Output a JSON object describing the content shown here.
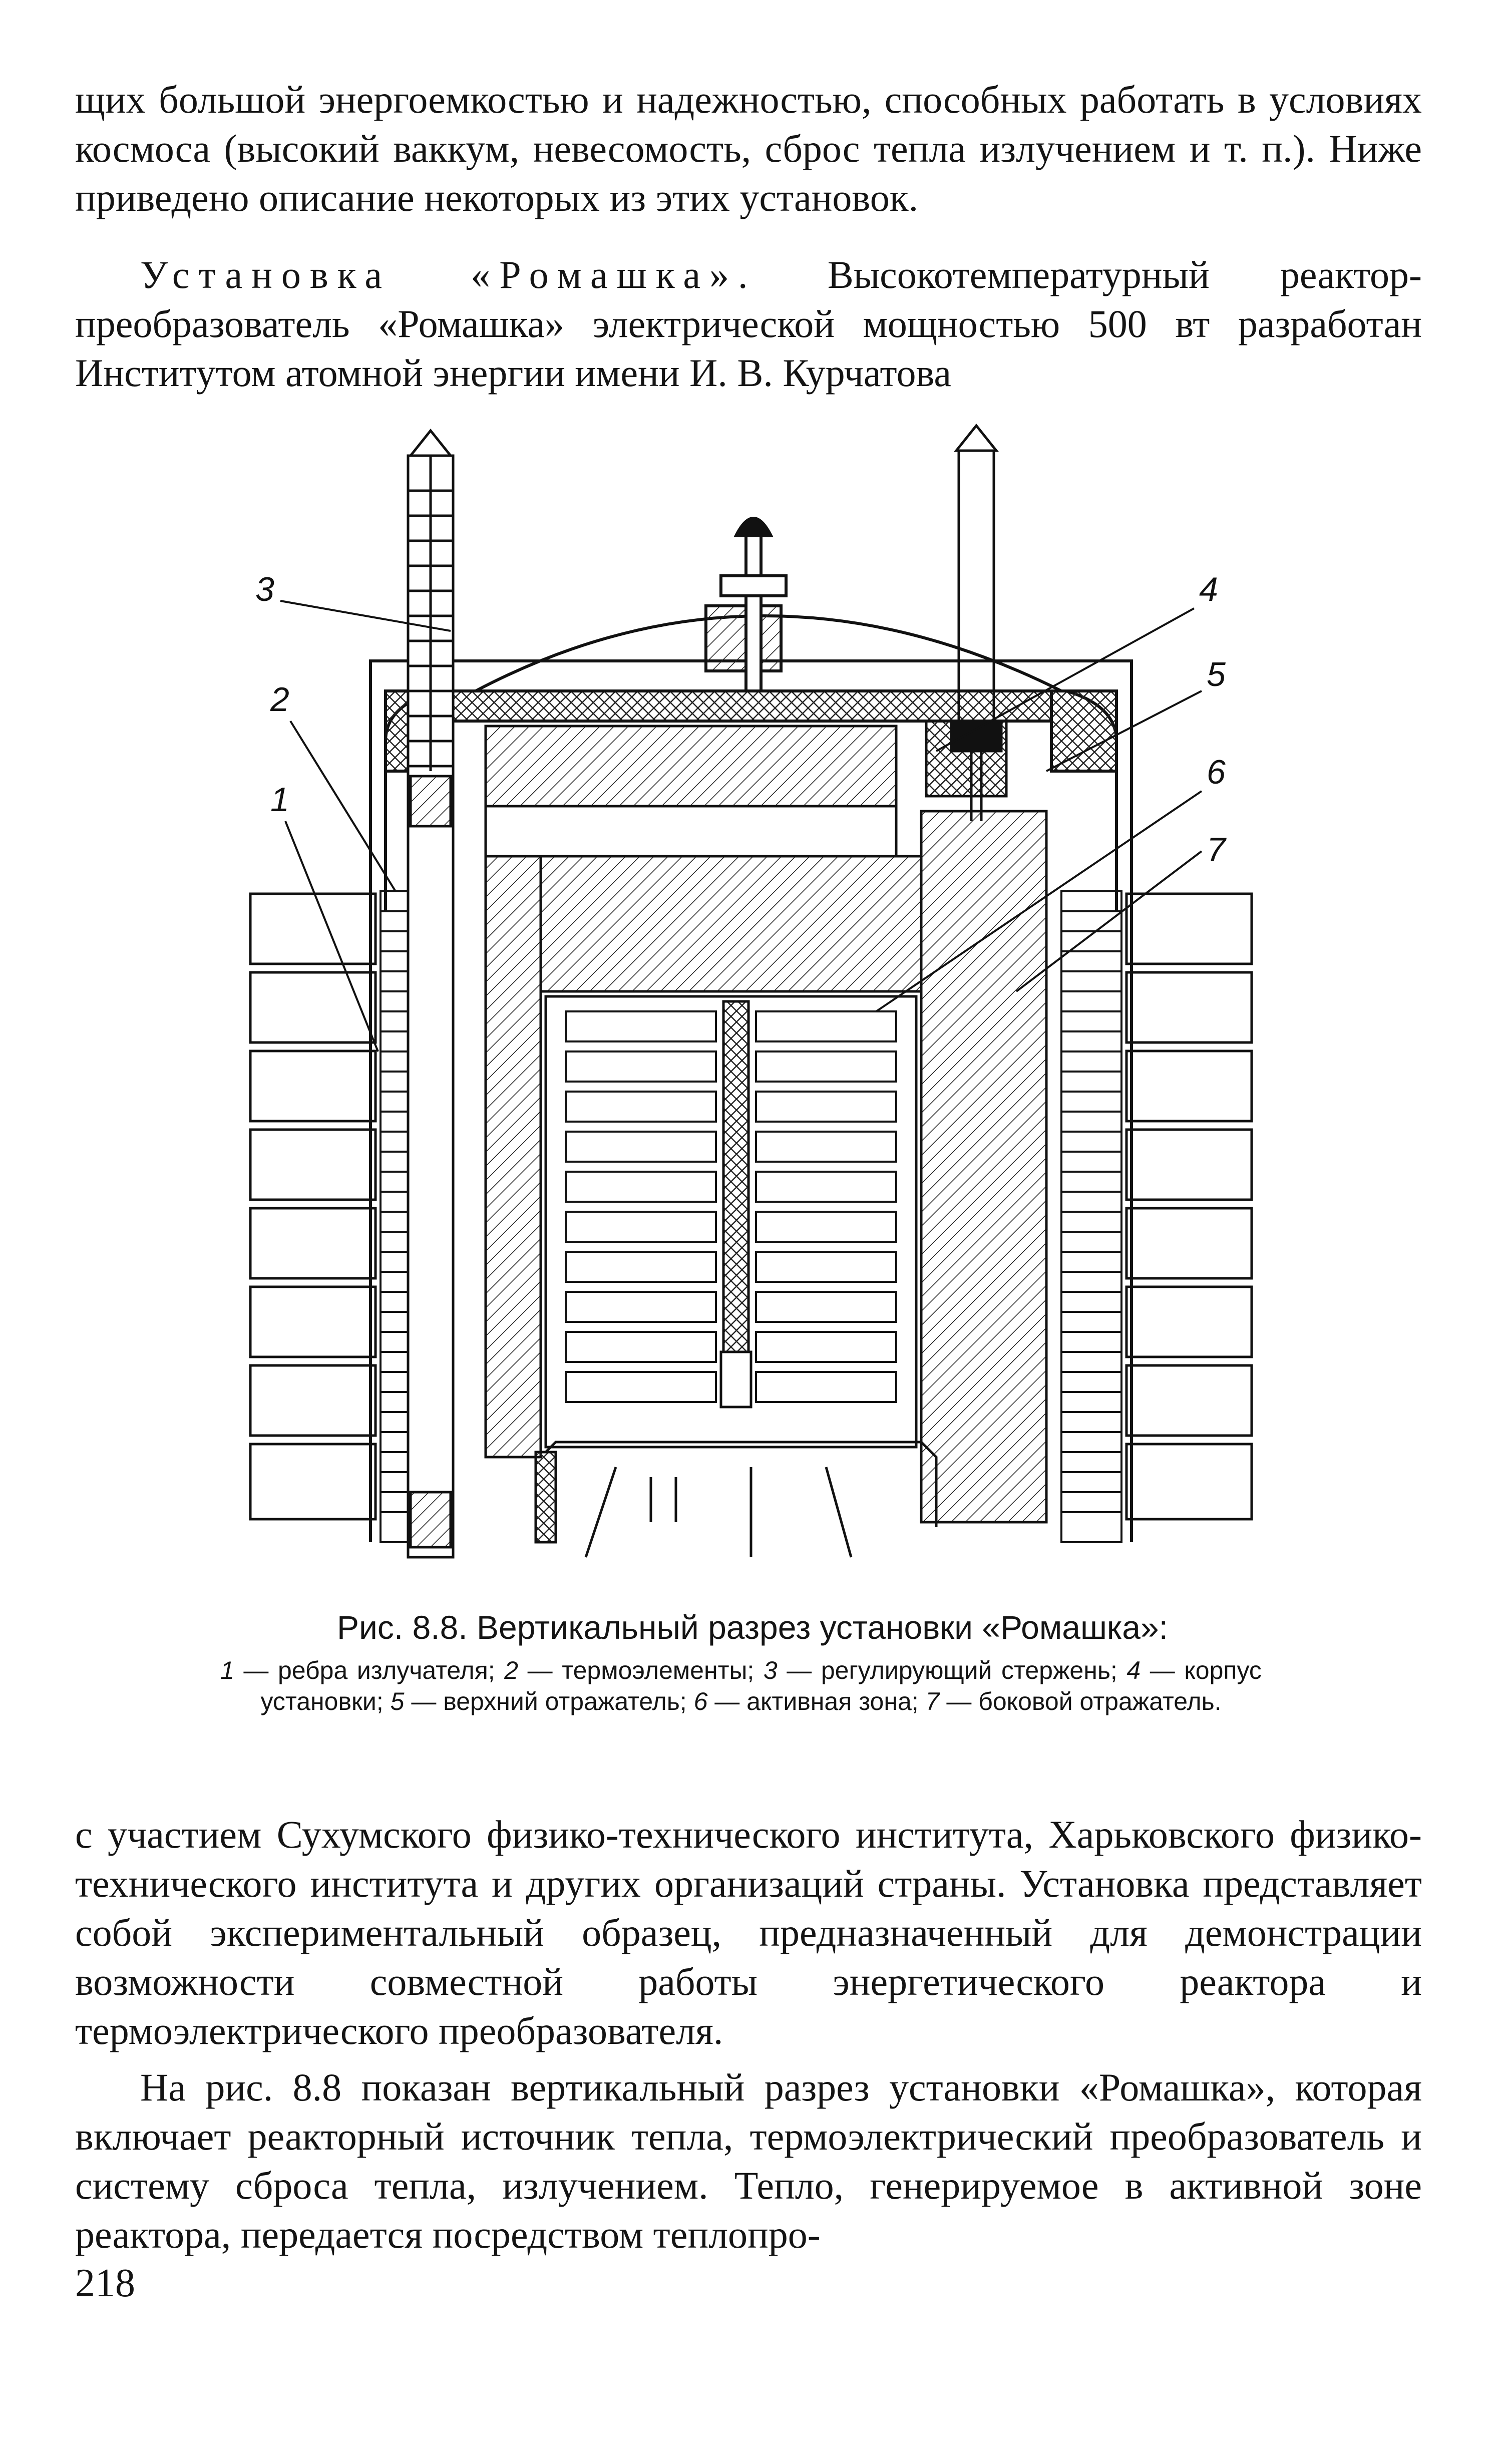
{
  "paragraphs": {
    "p1": "щих большой энергоемкостью и надежностью, способных работать в условиях космоса (высокий ваккум, невесомость, сброс тепла излучением и т. п.). Ниже приведено описание некоторых из этих установок.",
    "p2_heading": "Установка «Ромашка».",
    "p2_text": " Высокотемпературный реактор-преобразователь «Ромашка» электрической мощностью 500 вт разработан Институтом атомной энергии имени И. В. Курчатова",
    "p3": "с участием Сухумского физико-технического института, Харьковского физико-технического института и других организаций страны. Установка представляет собой экспериментальный образец, предназначенный для демонстрации возможности совместной работы энергетического реактора и термоэлектрического преобразователя.",
    "p4": "На рис. 8.8 показан вертикальный разрез установки «Ромашка», которая включает реакторный источник тепла, термоэлектрический преобразователь и систему сброса тепла, излучением. Тепло, генерируемое в активной зоне реактора, передается посредством теплопро-"
  },
  "figure": {
    "callouts": [
      "1",
      "2",
      "3",
      "4",
      "5",
      "6",
      "7"
    ],
    "caption_title": "Рис. 8.8. Вертикальный разрез установки «Ромашка»:",
    "legend": [
      {
        "num": "1",
        "text": "— ребра излучателя;"
      },
      {
        "num": "2",
        "text": "— термоэлементы;"
      },
      {
        "num": "3",
        "text": "— регулирующий стержень;"
      },
      {
        "num": "4",
        "text": "— корпус установки;"
      },
      {
        "num": "5",
        "text": "— верхний отражатель;"
      },
      {
        "num": "6",
        "text": "— активная зона;"
      },
      {
        "num": "7",
        "text": "— боковой отражатель."
      }
    ]
  },
  "page_number": "218"
}
